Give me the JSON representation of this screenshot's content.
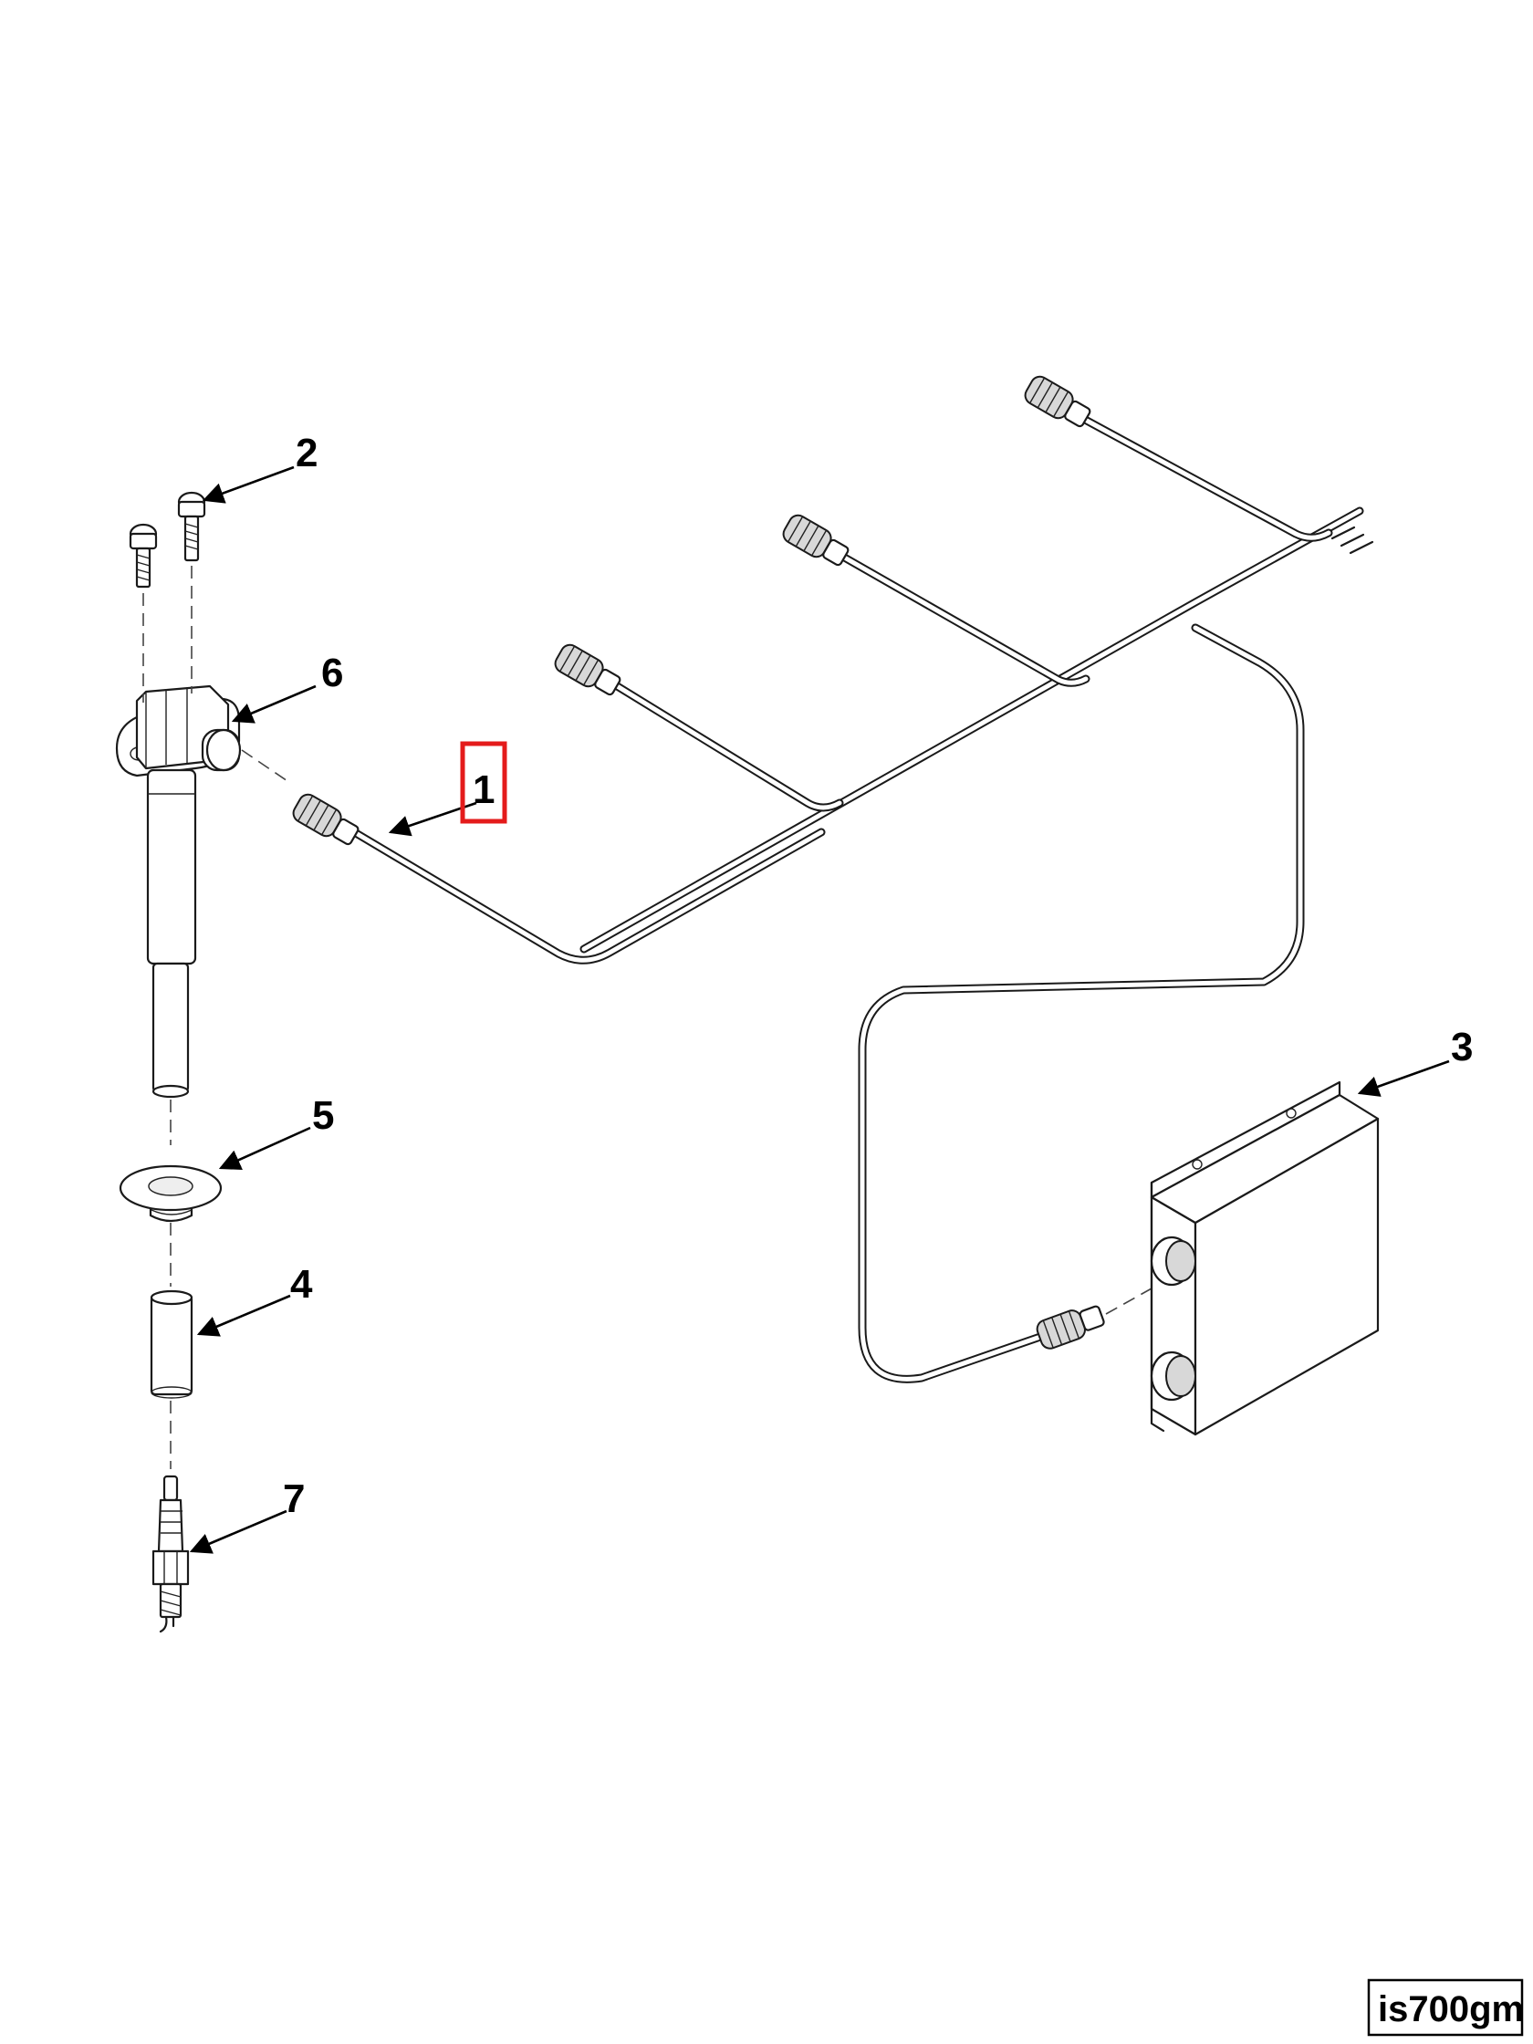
{
  "callouts": {
    "c1": "1",
    "c2": "2",
    "c3": "3",
    "c4": "4",
    "c5": "5",
    "c6": "6",
    "c7": "7"
  },
  "figure_id": "is700gm",
  "colors": {
    "line": "#1a1a1a",
    "highlight": "#e41b1b",
    "background": "#ffffff"
  },
  "highlighted_callout": "1"
}
